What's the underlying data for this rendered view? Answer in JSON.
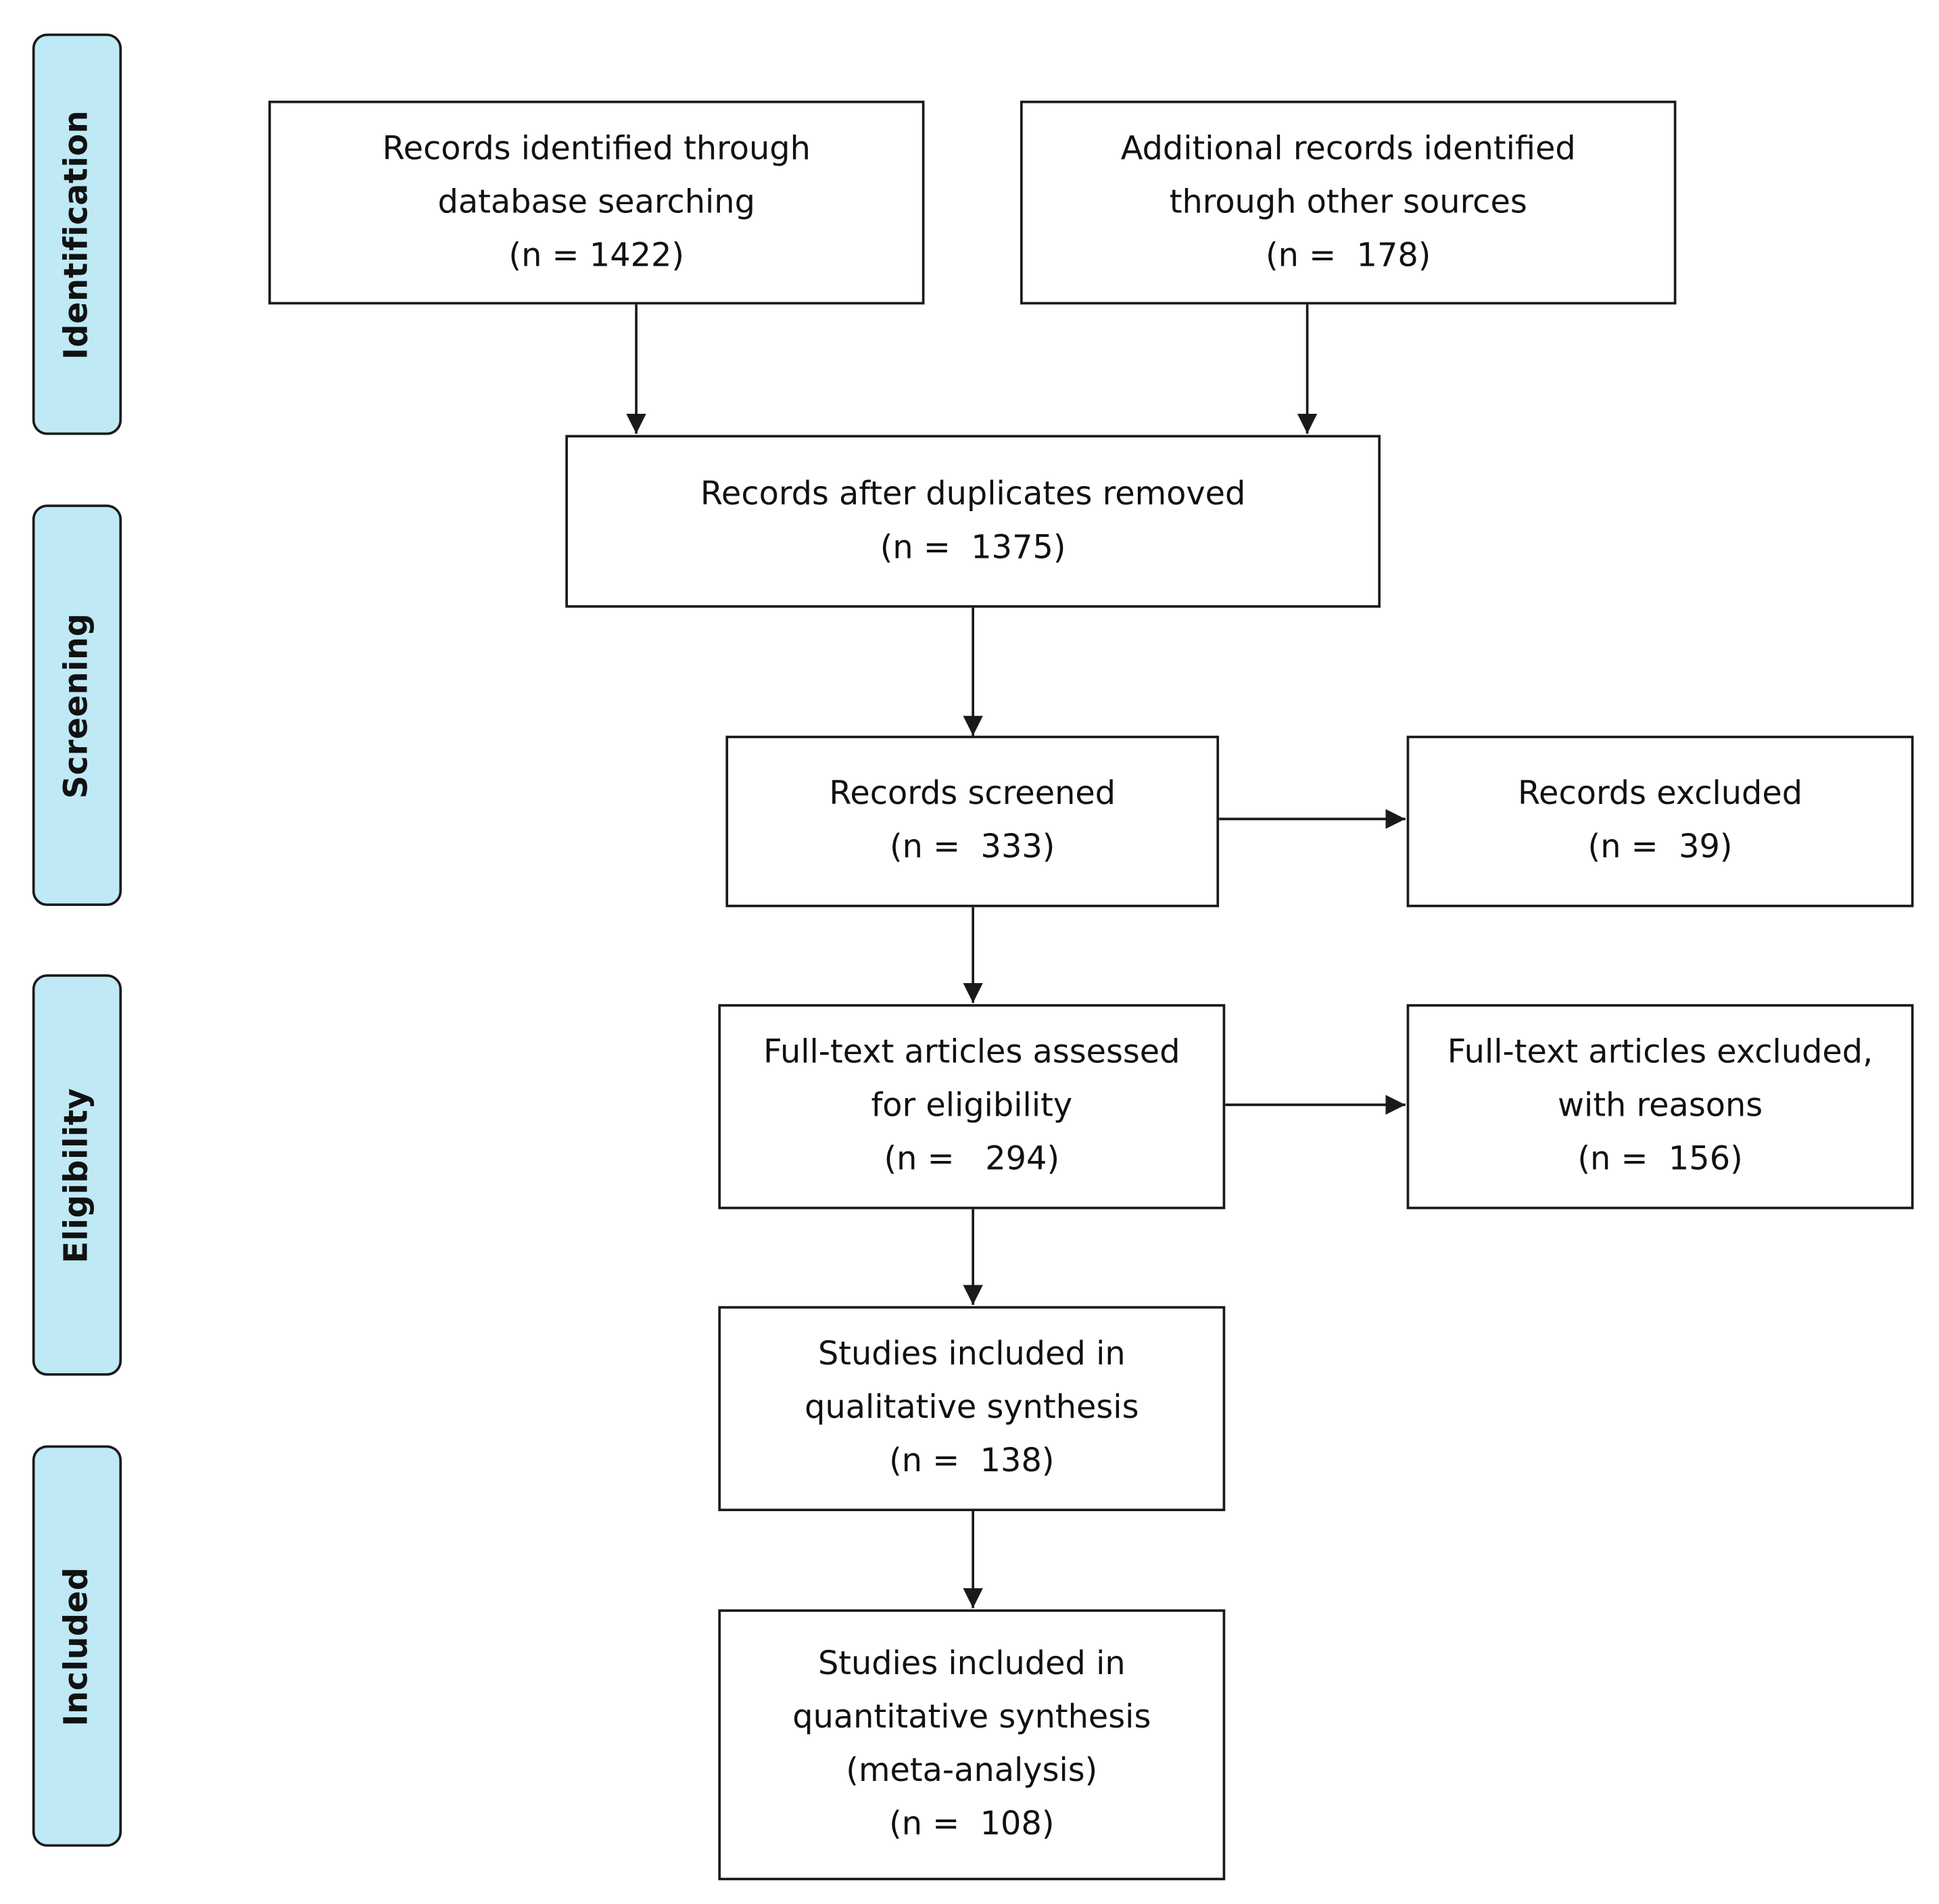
{
  "stages": {
    "identification": "Identification",
    "screening": "Screening",
    "eligibility": "Eligibility",
    "included": "Included"
  },
  "boxes": {
    "database_search": {
      "line1": "Records identified through",
      "line2": "database searching",
      "count": "(n = 1422)"
    },
    "other_sources": {
      "line1": "Additional records identified",
      "line2": "through other sources",
      "count": "(n =  178)"
    },
    "duplicates_removed": {
      "line1": "Records after duplicates removed",
      "count": "(n =  1375)"
    },
    "screened": {
      "line1": "Records screened",
      "count": "(n =  333)"
    },
    "excluded": {
      "line1": "Records excluded",
      "count": "(n =  39)"
    },
    "fulltext_assessed": {
      "line1": "Full-text articles assessed",
      "line2": "for eligibility",
      "count": "(n =   294)"
    },
    "fulltext_excluded": {
      "line1": "Full-text articles excluded,",
      "line2": "with reasons",
      "count": "(n =  156)"
    },
    "qualitative": {
      "line1": "Studies included in",
      "line2": "qualitative synthesis",
      "count": "(n =  138)"
    },
    "quantitative": {
      "line1": "Studies included in",
      "line2": "quantitative synthesis",
      "line3": "(meta-analysis)",
      "count": "(n =  108)"
    }
  },
  "colors": {
    "stage_fill": "#bfe9f5",
    "border": "#1a1a1a",
    "text": "#111111"
  }
}
